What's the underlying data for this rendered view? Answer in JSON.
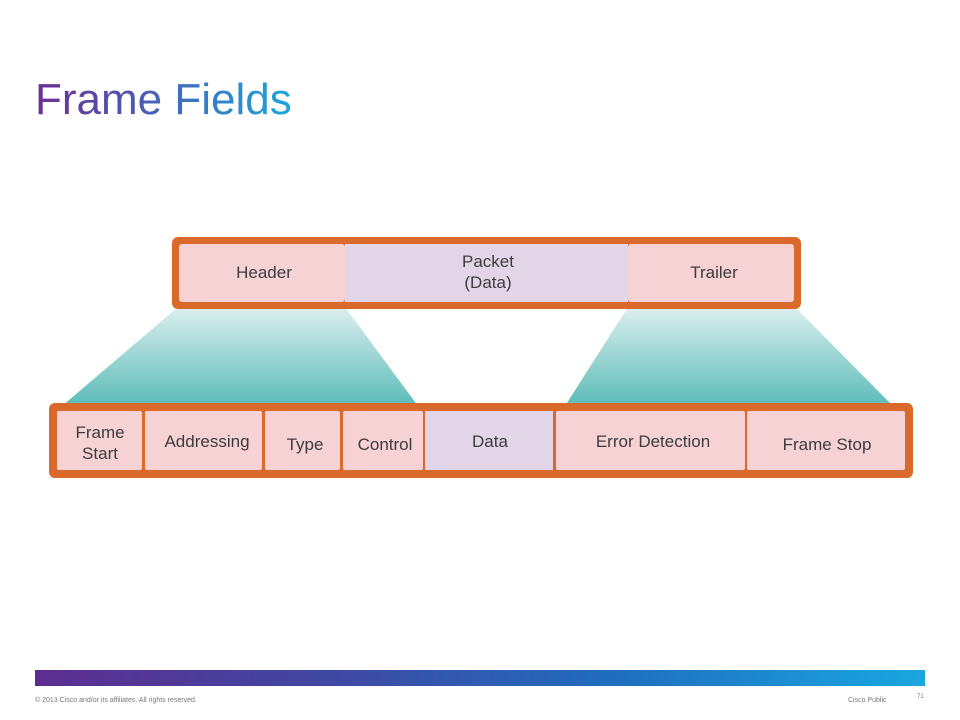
{
  "slide": {
    "title": "Frame Fields"
  },
  "top_frame": {
    "header": "Header",
    "packet_line1": "Packet",
    "packet_line2": "(Data)",
    "trailer": "Trailer"
  },
  "bottom_frame": {
    "frame_start_line1": "Frame",
    "frame_start_line2": "Start",
    "addressing": "Addressing",
    "type": "Type",
    "control": "Control",
    "data": "Data",
    "error_detection": "Error Detection",
    "frame_stop": "Frame Stop"
  },
  "colors": {
    "border": "#d96a2b",
    "header_fill": "#f6d2d5",
    "data_fill": "#e2d5e7",
    "teal": "#5bbcb8"
  },
  "footer": {
    "copyright": "© 2013 Cisco and/or its affiliates. All rights reserved.",
    "classification": "Cisco Public",
    "page_number": "71"
  }
}
